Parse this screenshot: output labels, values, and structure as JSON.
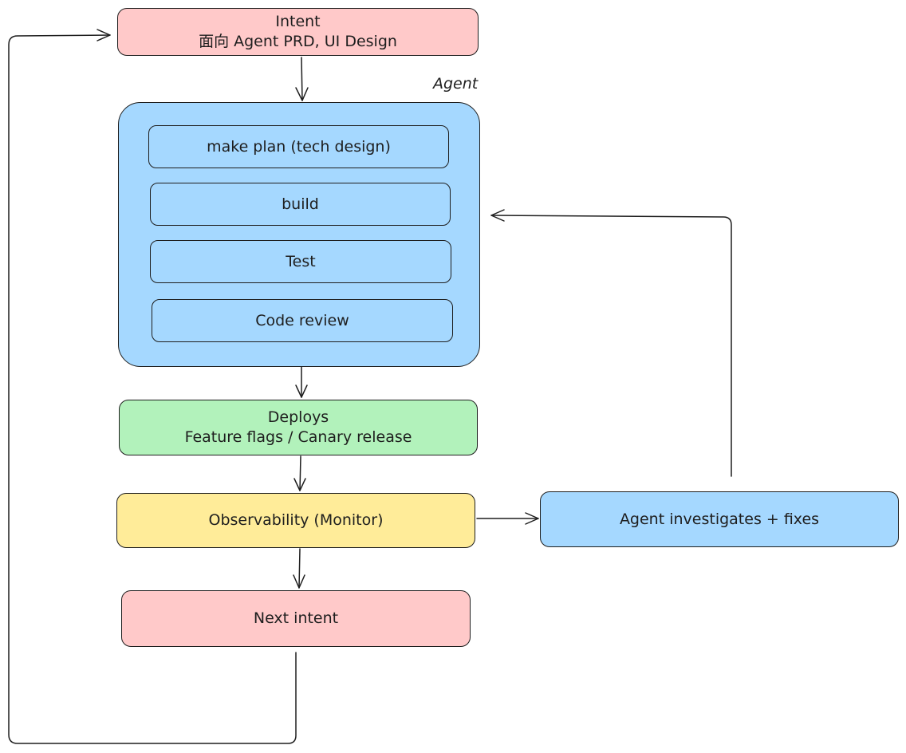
{
  "nodes": {
    "intent": {
      "title": "Intent",
      "subtitle": "面向 Agent PRD, UI Design"
    },
    "agent_group": {
      "label": "Agent"
    },
    "agent_steps": [
      {
        "label": "make plan (tech design)"
      },
      {
        "label": "build"
      },
      {
        "label": "Test"
      },
      {
        "label": "Code review"
      }
    ],
    "deploys": {
      "title": "Deploys",
      "subtitle": "Feature flags / Canary release"
    },
    "observability": {
      "label": "Observability (Monitor)"
    },
    "investigate": {
      "label": "Agent investigates + fixes"
    },
    "next_intent": {
      "label": "Next intent"
    }
  },
  "colors": {
    "pink": "#ffc9c9",
    "blue": "#a5d8ff",
    "green": "#b2f2bb",
    "yellow": "#ffec99",
    "stroke": "#1e1e1e"
  }
}
